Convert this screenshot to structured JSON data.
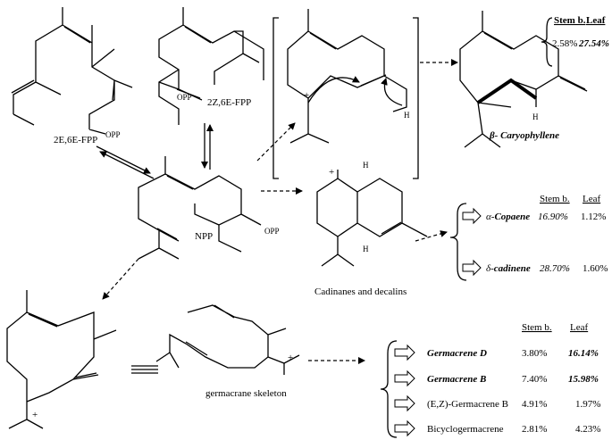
{
  "labels": {
    "fpp_2e6e": "2E,6E-FPP",
    "fpp_2z6e": "2Z,6E-FPP",
    "opp": "OPP",
    "npp": "NPP",
    "h": "H",
    "plus": "+",
    "cadinanes_caption": "Cadinanes and decalins",
    "germacrane_caption": "germacrane skeleton"
  },
  "caryophyllene": {
    "name_prefix": "β-",
    "name": " Caryophyllene",
    "header_stem": "Stem b.",
    "header_leaf": "Leaf",
    "stem": "2.58%",
    "leaf": "27.54%"
  },
  "cadinanes": {
    "header_stem": "Stem b.",
    "header_leaf": "Leaf",
    "rows": [
      {
        "prefix": "α-",
        "name": "Copaene",
        "stem": "16.90%",
        "leaf": "1.12%"
      },
      {
        "prefix": "δ-",
        "name": "cadinene",
        "stem": "28.70%",
        "leaf": "1.60%"
      }
    ]
  },
  "germacrenes": {
    "header_stem": "Stem b.",
    "header_leaf": "Leaf",
    "rows": [
      {
        "name": "Germacrene D",
        "stem": "3.80%",
        "leaf": "16.14%"
      },
      {
        "name": "Germacrene B",
        "stem": "7.40%",
        "leaf": "15.98%"
      },
      {
        "name": "(E,Z)-Germacrene B",
        "stem": "4.91%",
        "leaf": "1.97%"
      },
      {
        "name": "Bicyclogermacrene",
        "stem": "2.81%",
        "leaf": "4.23%"
      }
    ]
  }
}
